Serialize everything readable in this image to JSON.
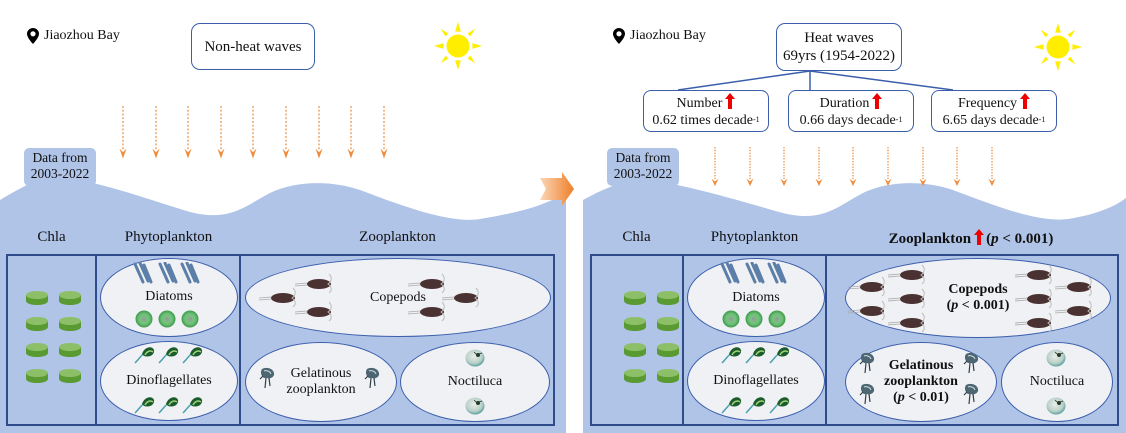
{
  "colors": {
    "water": "#b0c4e8",
    "border": "#2f4c8a",
    "box_border": "#3b5eab",
    "arrow_orange": "#f08c3c",
    "sun": "#ffee00",
    "increase_red": "#ee0000",
    "chla_green": "#5a9a32"
  },
  "left_panel": {
    "location": "Jiaozhou Bay",
    "location_icon": "map-pin-icon",
    "title": "Non-heat waves",
    "sun_icon": "sun-icon",
    "data_callout": [
      "Data from",
      "2003-2022"
    ],
    "heat_arrows_count": 9,
    "columns": {
      "chla": "Chla",
      "phytoplankton": "Phytoplankton",
      "zooplankton": "Zooplankton"
    },
    "groups": {
      "diatoms": "Diatoms",
      "dinoflagellates": "Dinoflagellates",
      "copepods": "Copepods",
      "gelatinous": [
        "Gelatinous",
        "zooplankton"
      ],
      "noctiluca": "Noctiluca"
    }
  },
  "transition_arrow": "arrow-right-icon",
  "right_panel": {
    "location": "Jiaozhou Bay",
    "location_icon": "map-pin-icon",
    "title": [
      "Heat waves",
      "69yrs (1954-2022)"
    ],
    "sun_icon": "sun-icon",
    "metrics": [
      {
        "name": "Number",
        "trend": "increase",
        "value": "0.62 times decade",
        "exp": "-1"
      },
      {
        "name": "Duration",
        "trend": "increase",
        "value": "0.66 days decade",
        "exp": "-1"
      },
      {
        "name": "Frequency",
        "trend": "increase",
        "value": "6.65 days decade",
        "exp": "-1"
      }
    ],
    "data_callout": [
      "Data from",
      "2003-2022"
    ],
    "heat_arrows_count": 9,
    "columns": {
      "chla": "Chla",
      "phytoplankton": "Phytoplankton",
      "zooplankton": "Zooplankton",
      "zooplankton_trend": "increase",
      "zooplankton_p_prefix": "(",
      "zooplankton_p": "p",
      "zooplankton_p_suffix": " < 0.001)"
    },
    "groups": {
      "diatoms": "Diatoms",
      "dinoflagellates": "Dinoflagellates",
      "copepods": "Copepods",
      "copepods_p_prefix": "(",
      "copepods_p": "p",
      "copepods_p_suffix": " < 0.001)",
      "gelatinous": [
        "Gelatinous",
        "zooplankton"
      ],
      "gelatinous_p_prefix": "(",
      "gelatinous_p": "p",
      "gelatinous_p_suffix": " < 0.01)",
      "noctiluca": "Noctiluca"
    }
  }
}
